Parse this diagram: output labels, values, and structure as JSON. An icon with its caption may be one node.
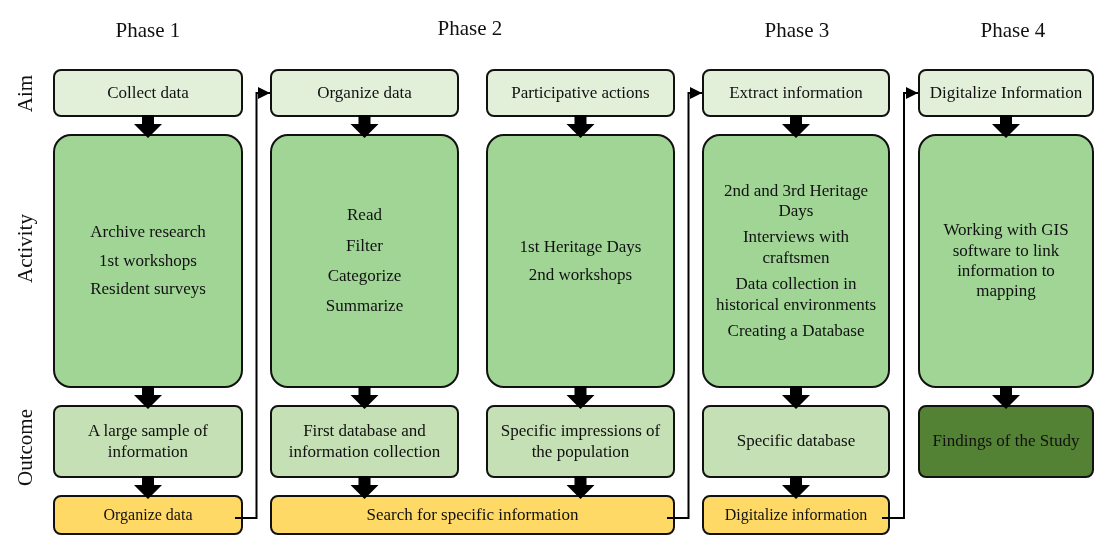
{
  "diagram": {
    "nodes": [
      {
        "text": [
          "Collect data"
        ]
      },
      {
        "text": [
          "Organize data"
        ]
      },
      {
        "text": [
          "Participative actions"
        ]
      },
      {
        "text": [
          "Extract information"
        ]
      },
      {
        "text": [
          "Digitalize Information"
        ]
      },
      {
        "text": [
          "Archive research",
          "1st workshops",
          "Resident surveys"
        ]
      },
      {
        "text": [
          "Read",
          "Filter",
          "Categorize",
          "Summarize"
        ]
      },
      {
        "text": [
          "1st Heritage Days",
          "2nd workshops"
        ]
      },
      {
        "text": [
          "2nd and 3rd Heritage Days",
          "Interviews with craftsmen",
          "Data collection in historical environments",
          "Creating a Database"
        ]
      },
      {
        "text": [
          "Working with GIS software to link information to mapping"
        ]
      },
      {
        "text": [
          "A large sample of information"
        ]
      },
      {
        "text": [
          "First database and information collection"
        ]
      },
      {
        "text": [
          "Specific impressions of the population"
        ]
      },
      {
        "text": [
          "Specific database"
        ]
      },
      {
        "text": [
          "Findings of the Study"
        ]
      },
      {
        "text": [
          "Organize data"
        ]
      },
      {
        "text": [
          "Search for specific information"
        ]
      },
      {
        "text": [
          "Digitalize information"
        ]
      }
    ],
    "edges": [
      {
        "from": 0,
        "to": 5,
        "arrow": "to",
        "style": "thick"
      },
      {
        "from": 1,
        "to": 6,
        "arrow": "to",
        "style": "thick"
      },
      {
        "from": 2,
        "to": 7,
        "arrow": "to",
        "style": "thick"
      },
      {
        "from": 3,
        "to": 8,
        "arrow": "to",
        "style": "thick"
      },
      {
        "from": 4,
        "to": 9,
        "arrow": "to",
        "style": "thick"
      },
      {
        "from": 5,
        "to": 10,
        "arrow": "to",
        "style": "thick"
      },
      {
        "from": 6,
        "to": 11,
        "arrow": "to",
        "style": "thick"
      },
      {
        "from": 7,
        "to": 12,
        "arrow": "to",
        "style": "thick"
      },
      {
        "from": 8,
        "to": 13,
        "arrow": "to",
        "style": "thick"
      },
      {
        "from": 9,
        "to": 14,
        "arrow": "to",
        "style": "thick"
      },
      {
        "from": 10,
        "to": 15,
        "arrow": "to",
        "style": "thick"
      },
      {
        "from": 11,
        "to": 16,
        "arrow": "to",
        "style": "thick"
      },
      {
        "from": 12,
        "to": 16,
        "arrow": "to",
        "style": "thick"
      },
      {
        "from": 13,
        "to": 17,
        "arrow": "to",
        "style": "thick"
      },
      {
        "from": 15,
        "to": 1,
        "arrow": "to"
      },
      {
        "from": 16,
        "to": 3,
        "arrow": "to"
      },
      {
        "from": 17,
        "to": 4,
        "arrow": "to"
      }
    ],
    "labels": [
      "Phase 1",
      "Phase 2",
      "Phase 3",
      "Phase 4",
      "Aim",
      "Activity",
      "Outcome"
    ]
  }
}
